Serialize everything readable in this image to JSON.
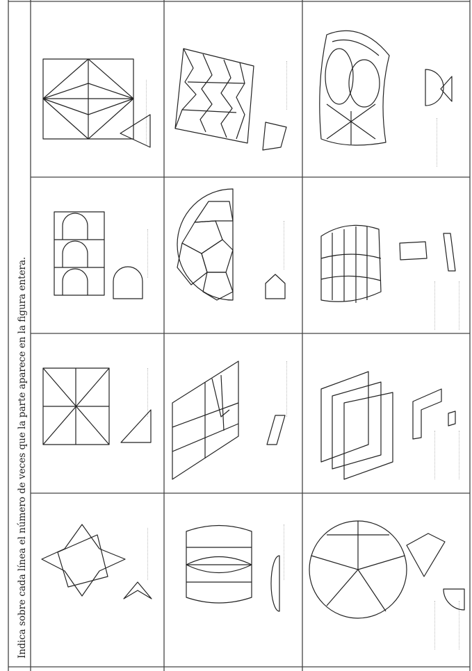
{
  "instruction": "Indica sobre cada línea el número de veces que la parte aparece en la figura entera.",
  "colors": {
    "ink": "#222222",
    "border": "#444444",
    "dotted_line": "#bdbdbd"
  },
  "layout_note_rows_cols": {
    "rows": 4,
    "columns": 3
  },
  "exercises": [
    {
      "row": 1,
      "col": 1,
      "figure": "rectangle-divided-diamond-triangles",
      "part": "triangle",
      "answer": ""
    },
    {
      "row": 1,
      "col": 2,
      "figure": "irregular-quadrilateral-zigzag-pieces",
      "part": "zigzag-piece",
      "answer": ""
    },
    {
      "row": 1,
      "col": 3,
      "figure": "curved-quad-with-ellipses",
      "part": "half-circle-and-triangle",
      "answer": ""
    },
    {
      "row": 2,
      "col": 1,
      "figure": "rectangle-with-arches",
      "part": "arch",
      "answer": ""
    },
    {
      "row": 2,
      "col": 2,
      "figure": "half-circle-with-pentagons",
      "part": "pentagon",
      "answer": ""
    },
    {
      "row": 2,
      "col": 3,
      "figure": "curved-striped-sheet",
      "part": "curved-strips",
      "answer": ""
    },
    {
      "row": 3,
      "col": 1,
      "figure": "square-with-eight-triangles",
      "part": "right-triangle",
      "answer": ""
    },
    {
      "row": 3,
      "col": 2,
      "figure": "parallelogram-pieces",
      "part": "parallelogram",
      "answer": ""
    },
    {
      "row": 3,
      "col": 3,
      "figure": "overlapping-parallelograms",
      "part": "l-shape-and-small-parallelogram",
      "answer": ""
    },
    {
      "row": 4,
      "col": 1,
      "figure": "star-square-diamond",
      "part": "chevron",
      "answer": ""
    },
    {
      "row": 4,
      "col": 2,
      "figure": "barrel-with-lens",
      "part": "half-disc",
      "answer": ""
    },
    {
      "row": 4,
      "col": 3,
      "figure": "circle-divided",
      "part": "kite-and-quarter-circle",
      "answer": ""
    }
  ]
}
